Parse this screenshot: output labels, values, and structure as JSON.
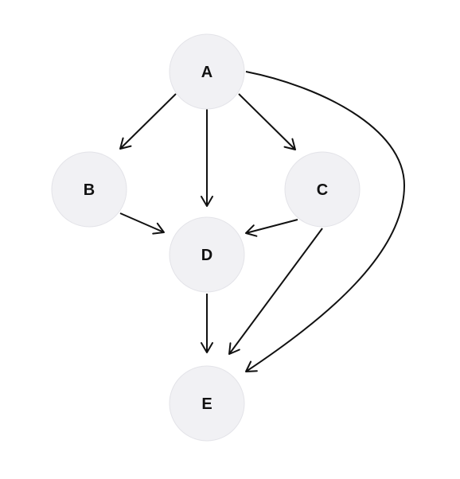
{
  "nodes": [
    {
      "id": "A",
      "label": "A"
    },
    {
      "id": "B",
      "label": "B"
    },
    {
      "id": "C",
      "label": "C"
    },
    {
      "id": "D",
      "label": "D"
    },
    {
      "id": "E",
      "label": "E"
    }
  ],
  "edges": [
    {
      "from": "A",
      "to": "B"
    },
    {
      "from": "A",
      "to": "D"
    },
    {
      "from": "A",
      "to": "C"
    },
    {
      "from": "A",
      "to": "E"
    },
    {
      "from": "B",
      "to": "D"
    },
    {
      "from": "C",
      "to": "D"
    },
    {
      "from": "C",
      "to": "E"
    },
    {
      "from": "D",
      "to": "E"
    }
  ]
}
